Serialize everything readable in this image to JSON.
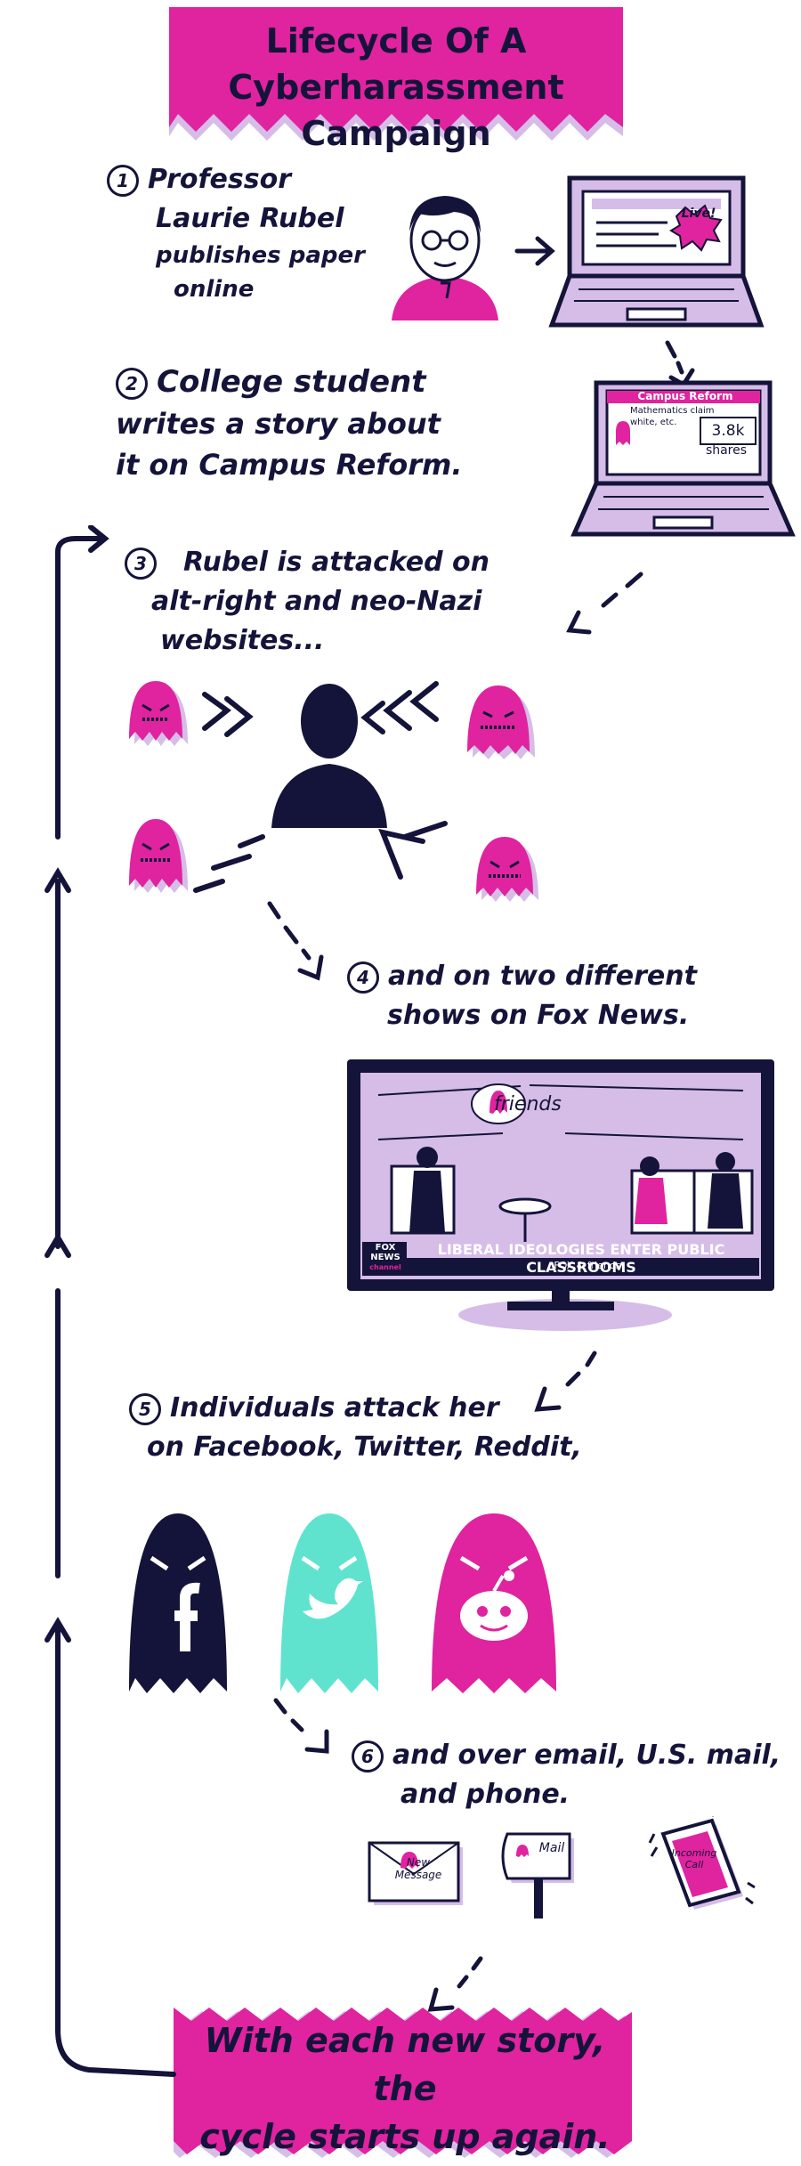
{
  "title": {
    "line1": "Lifecycle Of A",
    "line2": "Cyberharassment Campaign"
  },
  "steps": [
    {
      "num": "1",
      "lines": [
        "Professor",
        "Laurie Rubel",
        "publishes paper",
        "online"
      ]
    },
    {
      "num": "2",
      "lines": [
        "College student",
        "writes a story about",
        "it on Campus Reform."
      ]
    },
    {
      "num": "3",
      "lines": [
        "Rubel is attacked on",
        "alt-right and neo-Nazi",
        "websites..."
      ]
    },
    {
      "num": "4",
      "lines": [
        "and on two different",
        "shows on Fox News."
      ]
    },
    {
      "num": "5",
      "lines": [
        "Individuals attack her",
        "on Facebook, Twitter, Reddit,"
      ]
    },
    {
      "num": "6",
      "lines": [
        "and over email, U.S. mail,",
        "and phone."
      ]
    }
  ],
  "laptop1": {
    "badge": "Live!"
  },
  "laptop2": {
    "header": "Campus Reform",
    "body": "Mathematics claim white, etc.",
    "shares_value": "3.8k",
    "shares_label": "shares"
  },
  "tv": {
    "screen_label": "friends",
    "channel_line1": "FOX",
    "channel_line2": "NEWS",
    "channel_line3": "channel",
    "banner": "LIBERAL IDEOLOGIES ENTER PUBLIC CLASSROOMS",
    "sub": "FOX & friends"
  },
  "contact": {
    "email": "New Message",
    "mail": "Mail",
    "phone": "Incoming Call"
  },
  "ending": {
    "line1": "With each new story, the",
    "line2": "cycle starts up again."
  },
  "colors": {
    "magenta": "#e0239f",
    "lavender": "#d5bde8",
    "navy": "#14143a",
    "teal": "#5fe3cf"
  }
}
